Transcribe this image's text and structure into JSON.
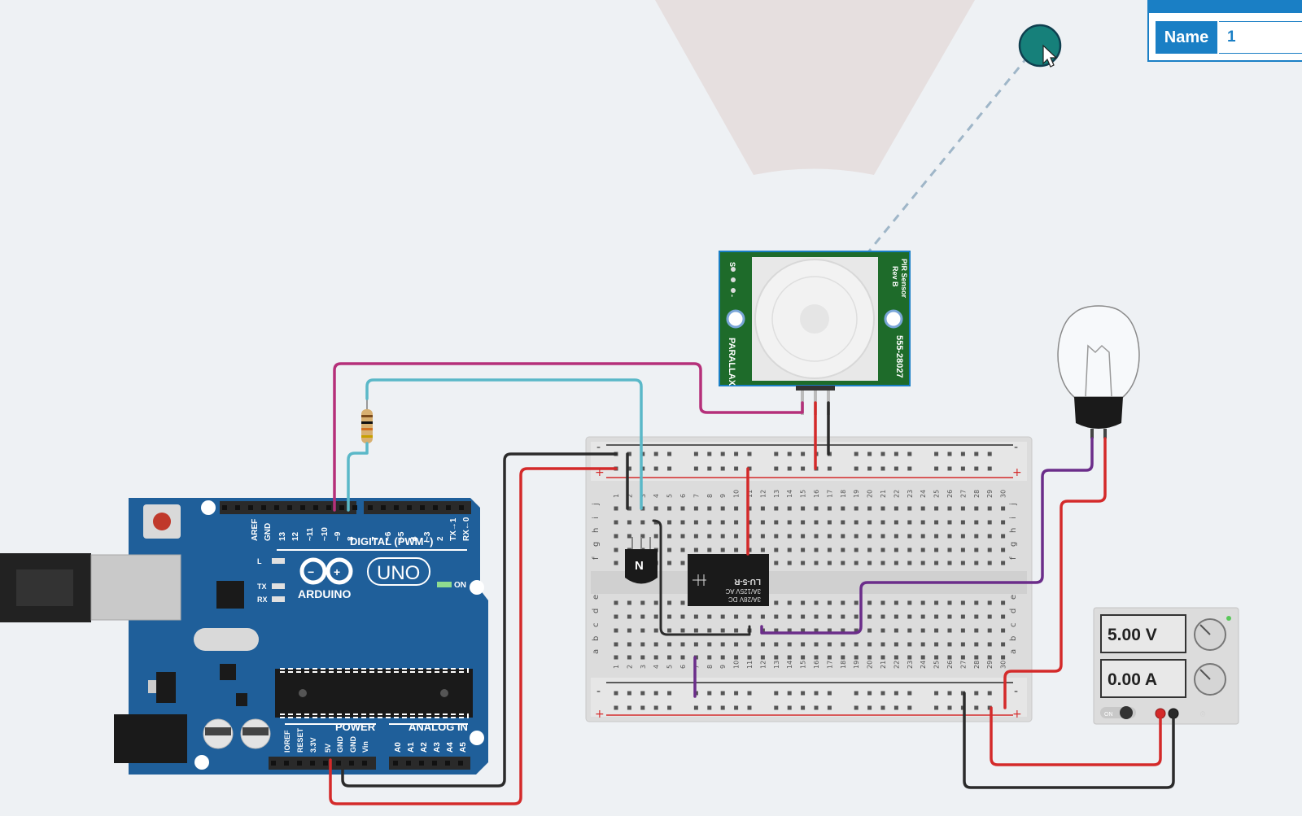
{
  "properties_panel": {
    "name_label": "Name",
    "name_value": "1"
  },
  "arduino": {
    "brand": "ARDUINO",
    "model": "UNO",
    "on_label": "ON",
    "digital_label": "DIGITAL (PWM~)",
    "power_label": "POWER",
    "analog_label": "ANALOG IN",
    "led_labels": [
      "L",
      "TX",
      "RX"
    ],
    "digital_pins": [
      "AREF",
      "GND",
      "13",
      "12",
      "~11",
      "~10",
      "~9",
      "8",
      "7",
      "~6",
      "~5",
      "4",
      "~3",
      "2",
      "TX→1",
      "RX←0"
    ],
    "power_pins": [
      "IOREF",
      "RESET",
      "3.3V",
      "5V",
      "GND",
      "GND",
      "Vin"
    ],
    "analog_pins": [
      "A0",
      "A1",
      "A2",
      "A3",
      "A4",
      "A5"
    ]
  },
  "pir_sensor": {
    "title": "PIR Sensor",
    "rev": "Rev B",
    "part_number": "555-28027",
    "brand": "PARALLAX",
    "pins": [
      "S",
      "+",
      "-"
    ]
  },
  "transistor": {
    "label": "N"
  },
  "relay": {
    "label_1": "LU-5-R",
    "label_2": "3A/125V AC",
    "label_3": "3A/28V DC"
  },
  "breadboard": {
    "row_letters_top": [
      "j",
      "i",
      "h",
      "g",
      "f"
    ],
    "row_letters_bottom": [
      "e",
      "d",
      "c",
      "b",
      "a"
    ],
    "columns": [
      "1",
      "2",
      "3",
      "4",
      "5",
      "6",
      "7",
      "8",
      "9",
      "10",
      "11",
      "12",
      "13",
      "14",
      "15",
      "16",
      "17",
      "18",
      "19",
      "20",
      "21",
      "22",
      "23",
      "24",
      "25",
      "26",
      "27",
      "28",
      "29",
      "30"
    ],
    "rail_minus": "-",
    "rail_plus": "+"
  },
  "power_supply": {
    "voltage_display": "5.00 V",
    "current_display": "0.00 A",
    "on_label": "ON"
  },
  "colors": {
    "arduino_blue": "#1f5f9a",
    "pir_green": "#1e6b2a",
    "wire_magenta": "#b5307a",
    "wire_cyan": "#5ab8c8",
    "wire_red": "#d42a2a",
    "wire_black": "#2b2b2b",
    "wire_purple": "#6b2d8a",
    "accent": "#1a7fc5",
    "target": "#16807a"
  }
}
